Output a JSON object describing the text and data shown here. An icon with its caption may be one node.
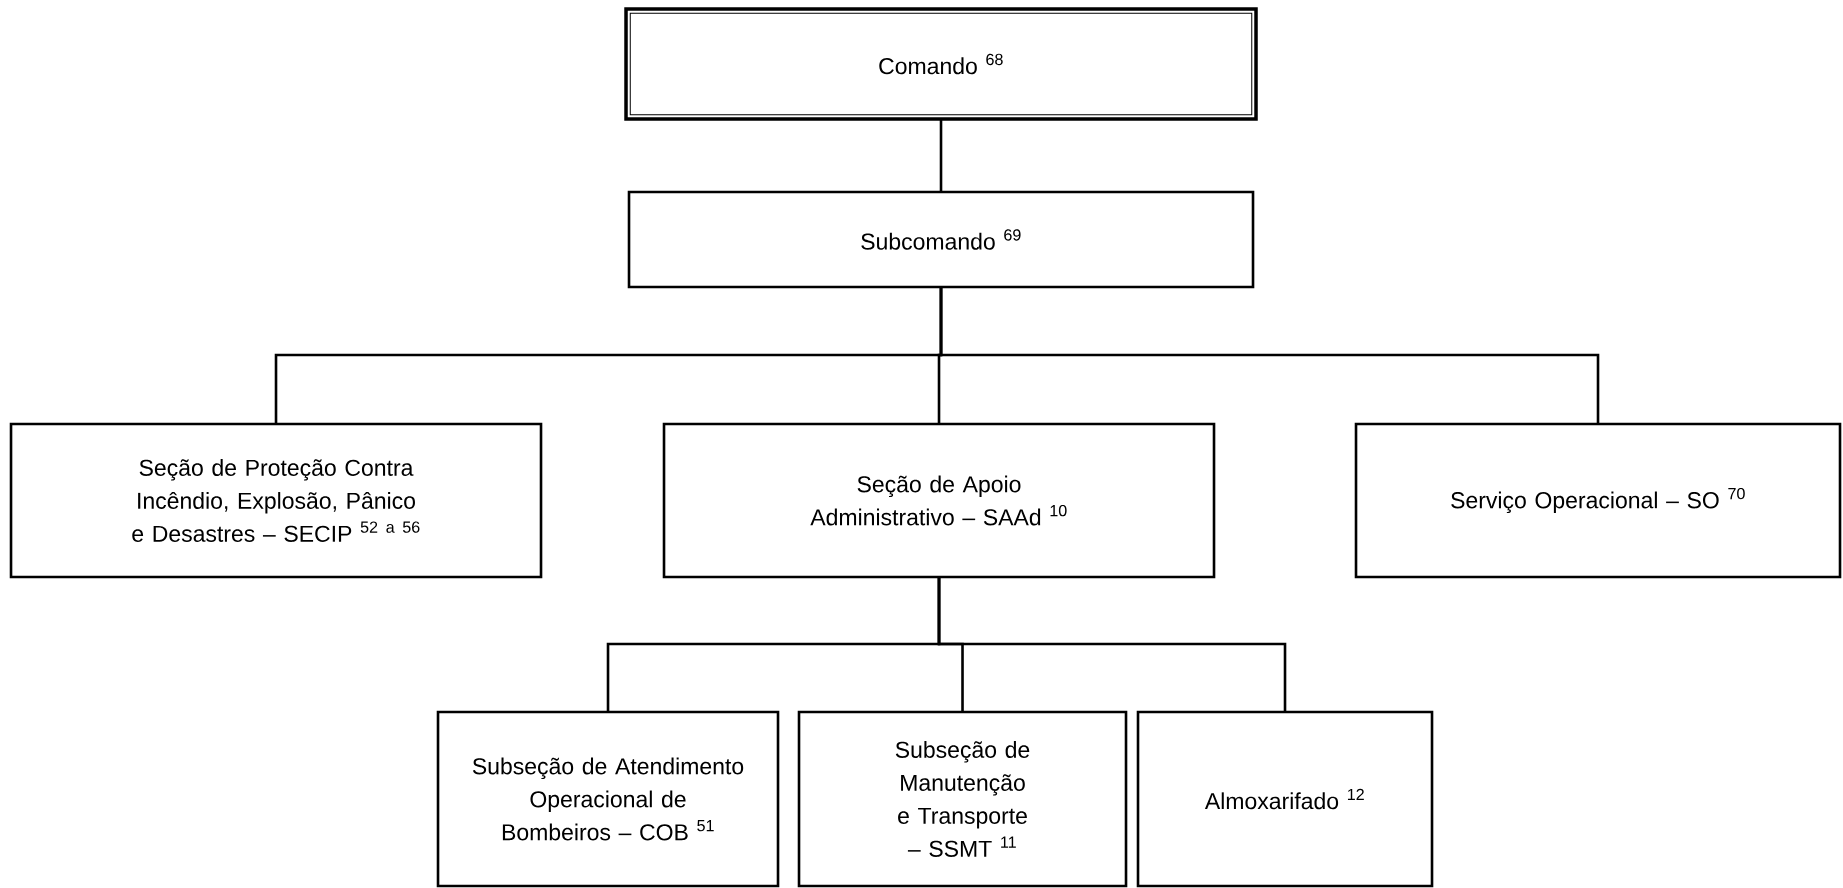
{
  "diagram": {
    "nodes": [
      {
        "text": [
          "Comando $^{68}$"
        ]
      },
      {
        "text": [
          "Subcomando $^{69}$"
        ]
      },
      {
        "text": [
          "Seção de Proteção Contra Incêndio, Explosão, Pânico e Desastres – SECIP $^{52 a 56}$"
        ]
      },
      {
        "text": [
          "Seção de Apoio Administrativo – SAAd $^{10}$"
        ]
      },
      {
        "text": [
          "Serviço Operacional – SO $^{70}$"
        ]
      },
      {
        "text": [
          "Subseção de Atendimento Operacional de Bombeiros – COB $^{51}$"
        ]
      },
      {
        "text": [
          "Subseção de Manutenção e Transporte – SSMT $^{11}$"
        ]
      },
      {
        "text": [
          "Almoxarifado $^{12}$"
        ]
      }
    ],
    "edges": [
      {
        "from": 0,
        "to": 1,
        "arrow": "none"
      },
      {
        "from": 1,
        "to": 2,
        "arrow": "none"
      },
      {
        "from": 1,
        "to": 3,
        "arrow": "none"
      },
      {
        "from": 1,
        "to": 4,
        "arrow": "none"
      },
      {
        "from": 3,
        "to": 5,
        "arrow": "none"
      },
      {
        "from": 3,
        "to": 6,
        "arrow": "none"
      },
      {
        "from": 3,
        "to": 7,
        "arrow": "none"
      }
    ]
  }
}
